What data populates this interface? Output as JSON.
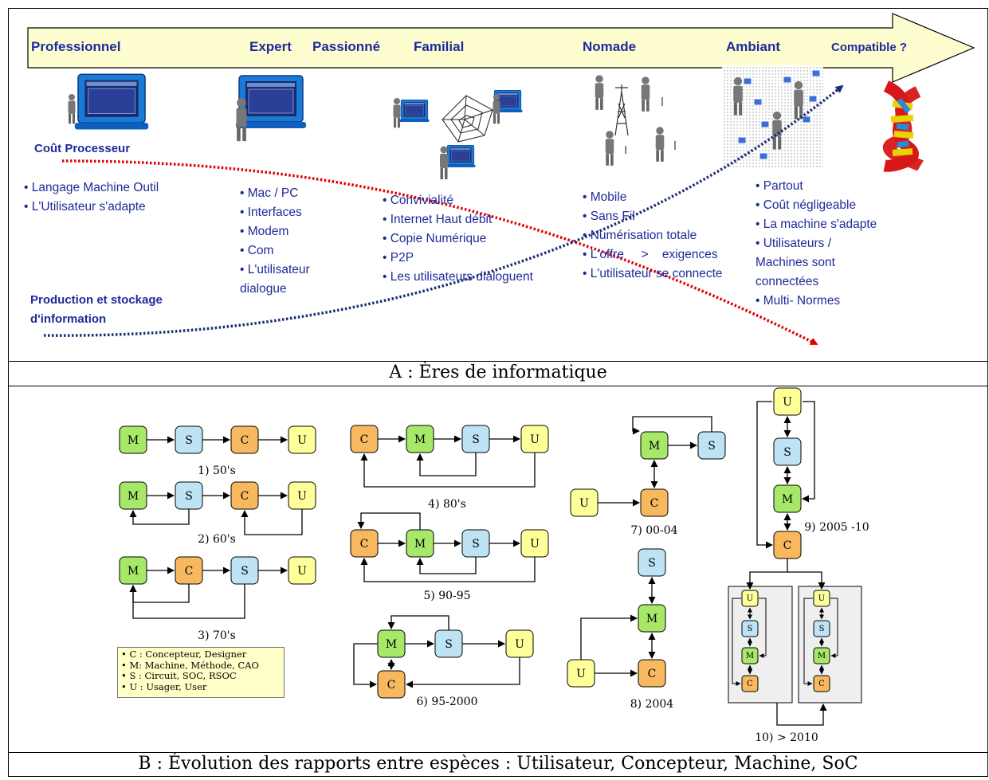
{
  "panel_a": {
    "eras": [
      "Professionnel",
      "Expert",
      "Passionné",
      "Familial",
      "Nomade",
      "Ambiant",
      "Compatible ?"
    ],
    "cost_label": "Coût Processeur",
    "production_label": [
      "Production et stockage",
      "d'information"
    ],
    "bullets": {
      "professionnel": [
        "• Langage Machine Outil",
        "• L'Utilisateur s'adapte"
      ],
      "expert": [
        "• Mac / PC",
        "• Interfaces",
        "• Modem",
        "• Com",
        "•  L'utilisateur",
        "dialogue"
      ],
      "familial": [
        "• Convivialité",
        "• Internet Haut débit",
        "• Copie Numérique",
        "• P2P",
        "• Les utilisateurs dialoguent"
      ],
      "nomade": [
        "• Mobile",
        "• Sans Fil",
        "• Numérisation totale",
        "• L'offre     >    exigences",
        "• L'utilisateur se connecte"
      ],
      "ambiant": [
        "• Partout",
        "• Coût négligeable",
        "• La machine s'adapte",
        "• Utilisateurs /",
        "Machines sont",
        "connectées",
        "• Multi- Normes"
      ]
    },
    "caption": "A : Ères de informatique",
    "colors": {
      "arrow_fill": "#fdfdd0",
      "text": "#1f2a9a",
      "cost_curve": "#e00000",
      "production_curve": "#1a2f70"
    }
  },
  "panel_b": {
    "caption": "B : Évolution des rapports entre espèces : Utilisateur, Concepteur, Machine, SoC",
    "node_letters": {
      "M": "M",
      "S": "S",
      "C": "C",
      "U": "U"
    },
    "node_colors": {
      "M": "#a8e868",
      "S": "#bde3f5",
      "C": "#f7b860",
      "U": "#ffff99"
    },
    "diagram_labels": [
      "1) 50's",
      "2) 60's",
      "3) 70's",
      "4) 80's",
      "5) 90-95",
      "6) 95-2000",
      "7) 00-04",
      "8) 2004",
      "9) 2005 -10",
      "10) > 2010"
    ],
    "legend": [
      "• C : Concepteur, Designer",
      "• M: Machine, Méthode, CAO",
      "• S : Circuit, SOC, RSOC",
      "• U : Usager, User"
    ]
  }
}
